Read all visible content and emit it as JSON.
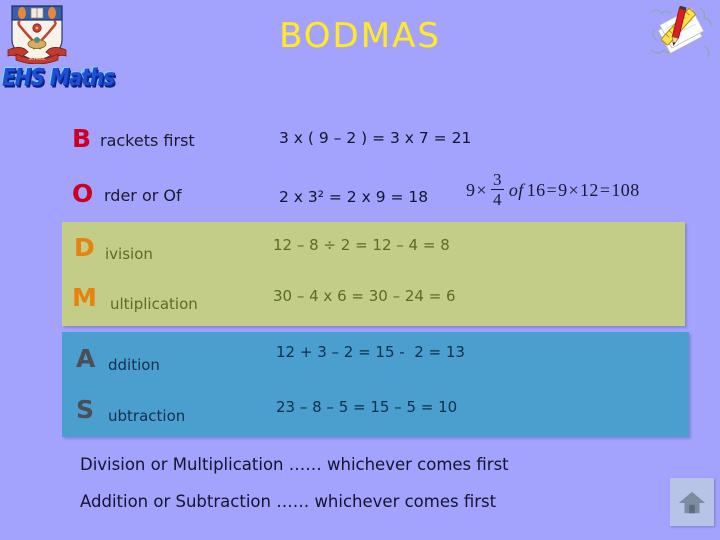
{
  "slide": {
    "title": "BODMAS",
    "background_color": "#a3a2fc",
    "title_color": "#ffe835"
  },
  "branding": {
    "wordart_text": "EHS Maths",
    "crest_icon": "school-crest-icon",
    "clipart_icon": "ruler-pencil-paper-icon"
  },
  "rows": [
    {
      "letter": "B",
      "word": "rackets first",
      "equation": "3 x ( 9 – 2 ) = 3 x 7 = 21",
      "letter_color": "#cc0022",
      "band": "none"
    },
    {
      "letter": "O",
      "word": "rder or Of",
      "equation": "2 x 3² = 2 x 9 = 18",
      "letter_color": "#cc0022",
      "band": "none"
    },
    {
      "letter": "D",
      "word": "ivision",
      "equation": "12 – 8 ÷ 2 = 12 – 4 = 8",
      "letter_color": "#e8820e",
      "band": "olive"
    },
    {
      "letter": "M",
      "word": "ultiplication",
      "equation": "30 – 4 x 6 = 30 – 24 = 6",
      "letter_color": "#e8820e",
      "band": "olive"
    },
    {
      "letter": "A",
      "word": "ddition",
      "equation": "12 + 3 – 2 = 15 -  2 = 13",
      "letter_color": "#4b4f55",
      "band": "blue"
    },
    {
      "letter": "S",
      "word": "ubtraction",
      "equation": "23 – 8 – 5 = 15 – 5 = 10",
      "letter_color": "#4b4f55",
      "band": "blue"
    }
  ],
  "bands": {
    "olive_color": "#c3cd87",
    "blue_color": "#4a9fcf"
  },
  "formula_of": {
    "lead": "9",
    "times1": "×",
    "numerator": "3",
    "denominator": "4",
    "of": "of",
    "operand": "16",
    "equals1": "=",
    "factor1": "9",
    "times2": "×",
    "factor2": "12",
    "equals2": "=",
    "result": "108"
  },
  "footer": {
    "line1": "Division or Multiplication …… whichever comes first",
    "line2": "Addition or Subtraction …… whichever comes first"
  },
  "navigation": {
    "home_icon": "home-icon"
  }
}
